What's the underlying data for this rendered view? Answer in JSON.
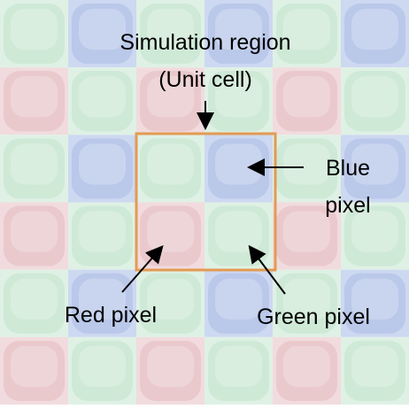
{
  "labels": {
    "simulation_region_line1": "Simulation region",
    "simulation_region_line2": "(Unit cell)",
    "blue_pixel_line1": "Blue",
    "blue_pixel_line2": "pixel",
    "red_pixel": "Red pixel",
    "green_pixel": "Green pixel"
  },
  "pixel_grid": {
    "rows": [
      [
        "green",
        "blue",
        "green",
        "blue",
        "green",
        "blue"
      ],
      [
        "red",
        "green",
        "red",
        "green",
        "red",
        "green"
      ],
      [
        "green",
        "blue",
        "green",
        "blue",
        "green",
        "blue"
      ],
      [
        "red",
        "green",
        "red",
        "green",
        "red",
        "green"
      ],
      [
        "green",
        "blue",
        "green",
        "blue",
        "green",
        "blue"
      ],
      [
        "red",
        "green",
        "red",
        "green",
        "red",
        "green"
      ]
    ]
  },
  "colors": {
    "green": "#cfe9d7",
    "green_bg": "#dff1e5",
    "blue": "#bac8ea",
    "blue_bg": "#cdd8f1",
    "red": "#eac9cd",
    "red_bg": "#f1dbde",
    "unit_cell_border": "#e39a52",
    "text": "#000000"
  }
}
